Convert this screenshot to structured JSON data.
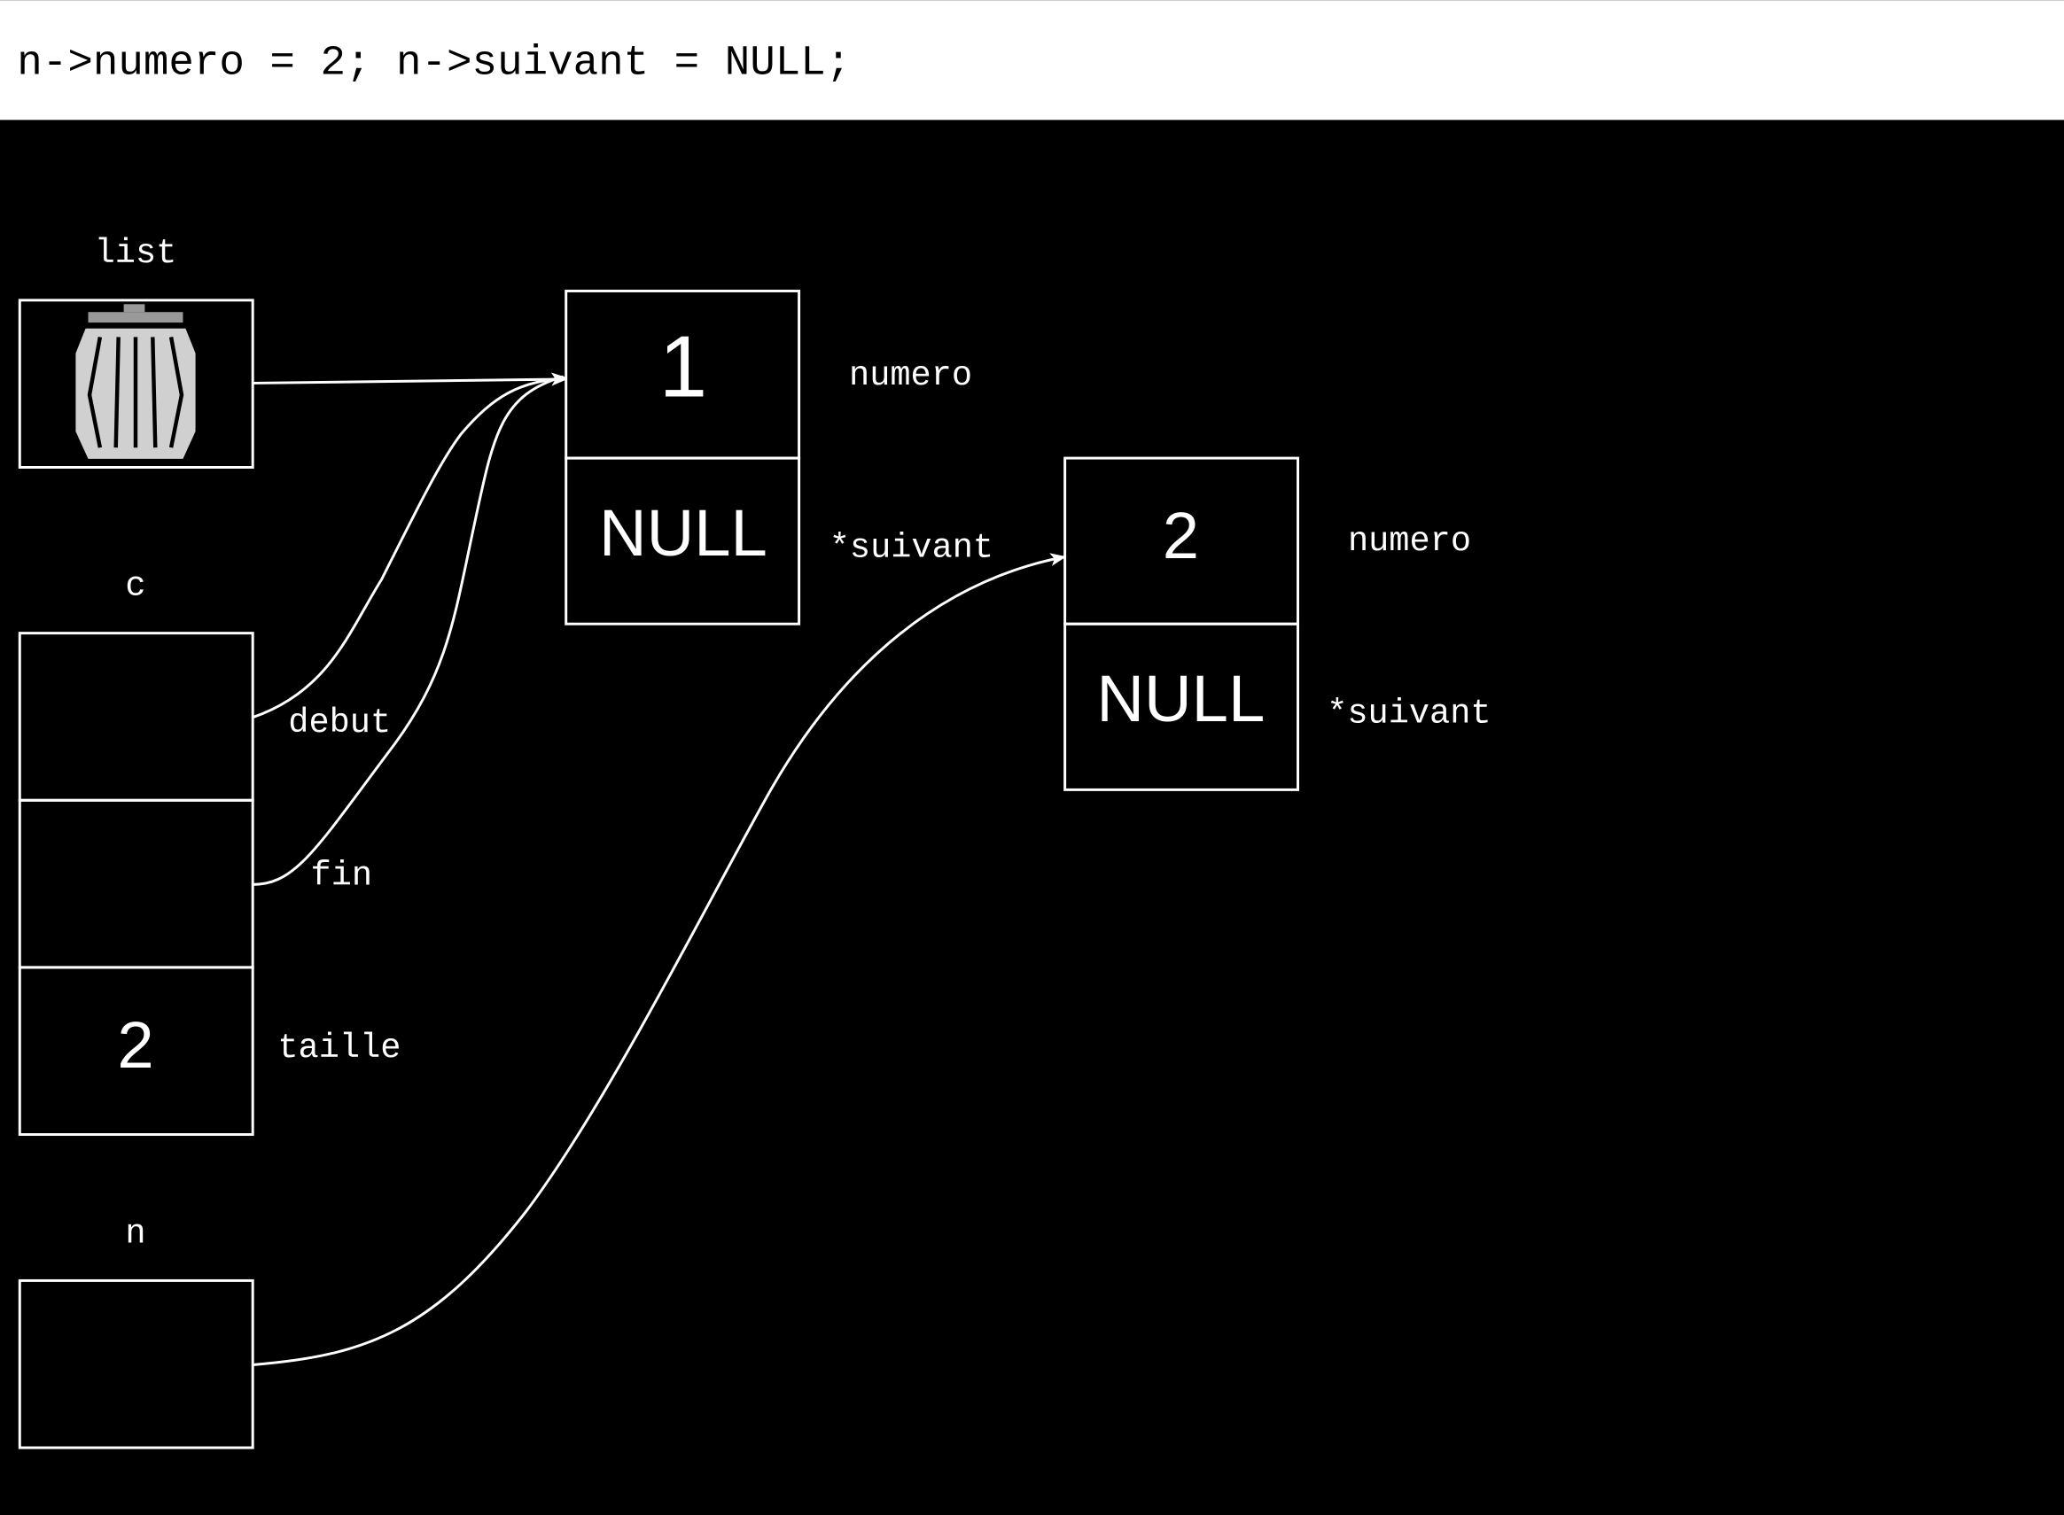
{
  "header": {
    "code": "n->numero = 2; n->suivant = NULL;"
  },
  "colors": {
    "background": "#000000",
    "header_bg": "#ffffff",
    "foreground": "#ffffff"
  },
  "list": {
    "label": "list",
    "content_icon": "trash-icon"
  },
  "c": {
    "label": "c",
    "fields": [
      {
        "name": "debut",
        "value": ""
      },
      {
        "name": "fin",
        "value": ""
      },
      {
        "name": "taille",
        "value": "2"
      }
    ]
  },
  "n": {
    "label": "n"
  },
  "nodes": [
    {
      "numero": "1",
      "suivant": "NULL",
      "numero_label": "numero",
      "suivant_label": "*suivant"
    },
    {
      "numero": "2",
      "suivant": "NULL",
      "numero_label": "numero",
      "suivant_label": "*suivant"
    }
  ]
}
